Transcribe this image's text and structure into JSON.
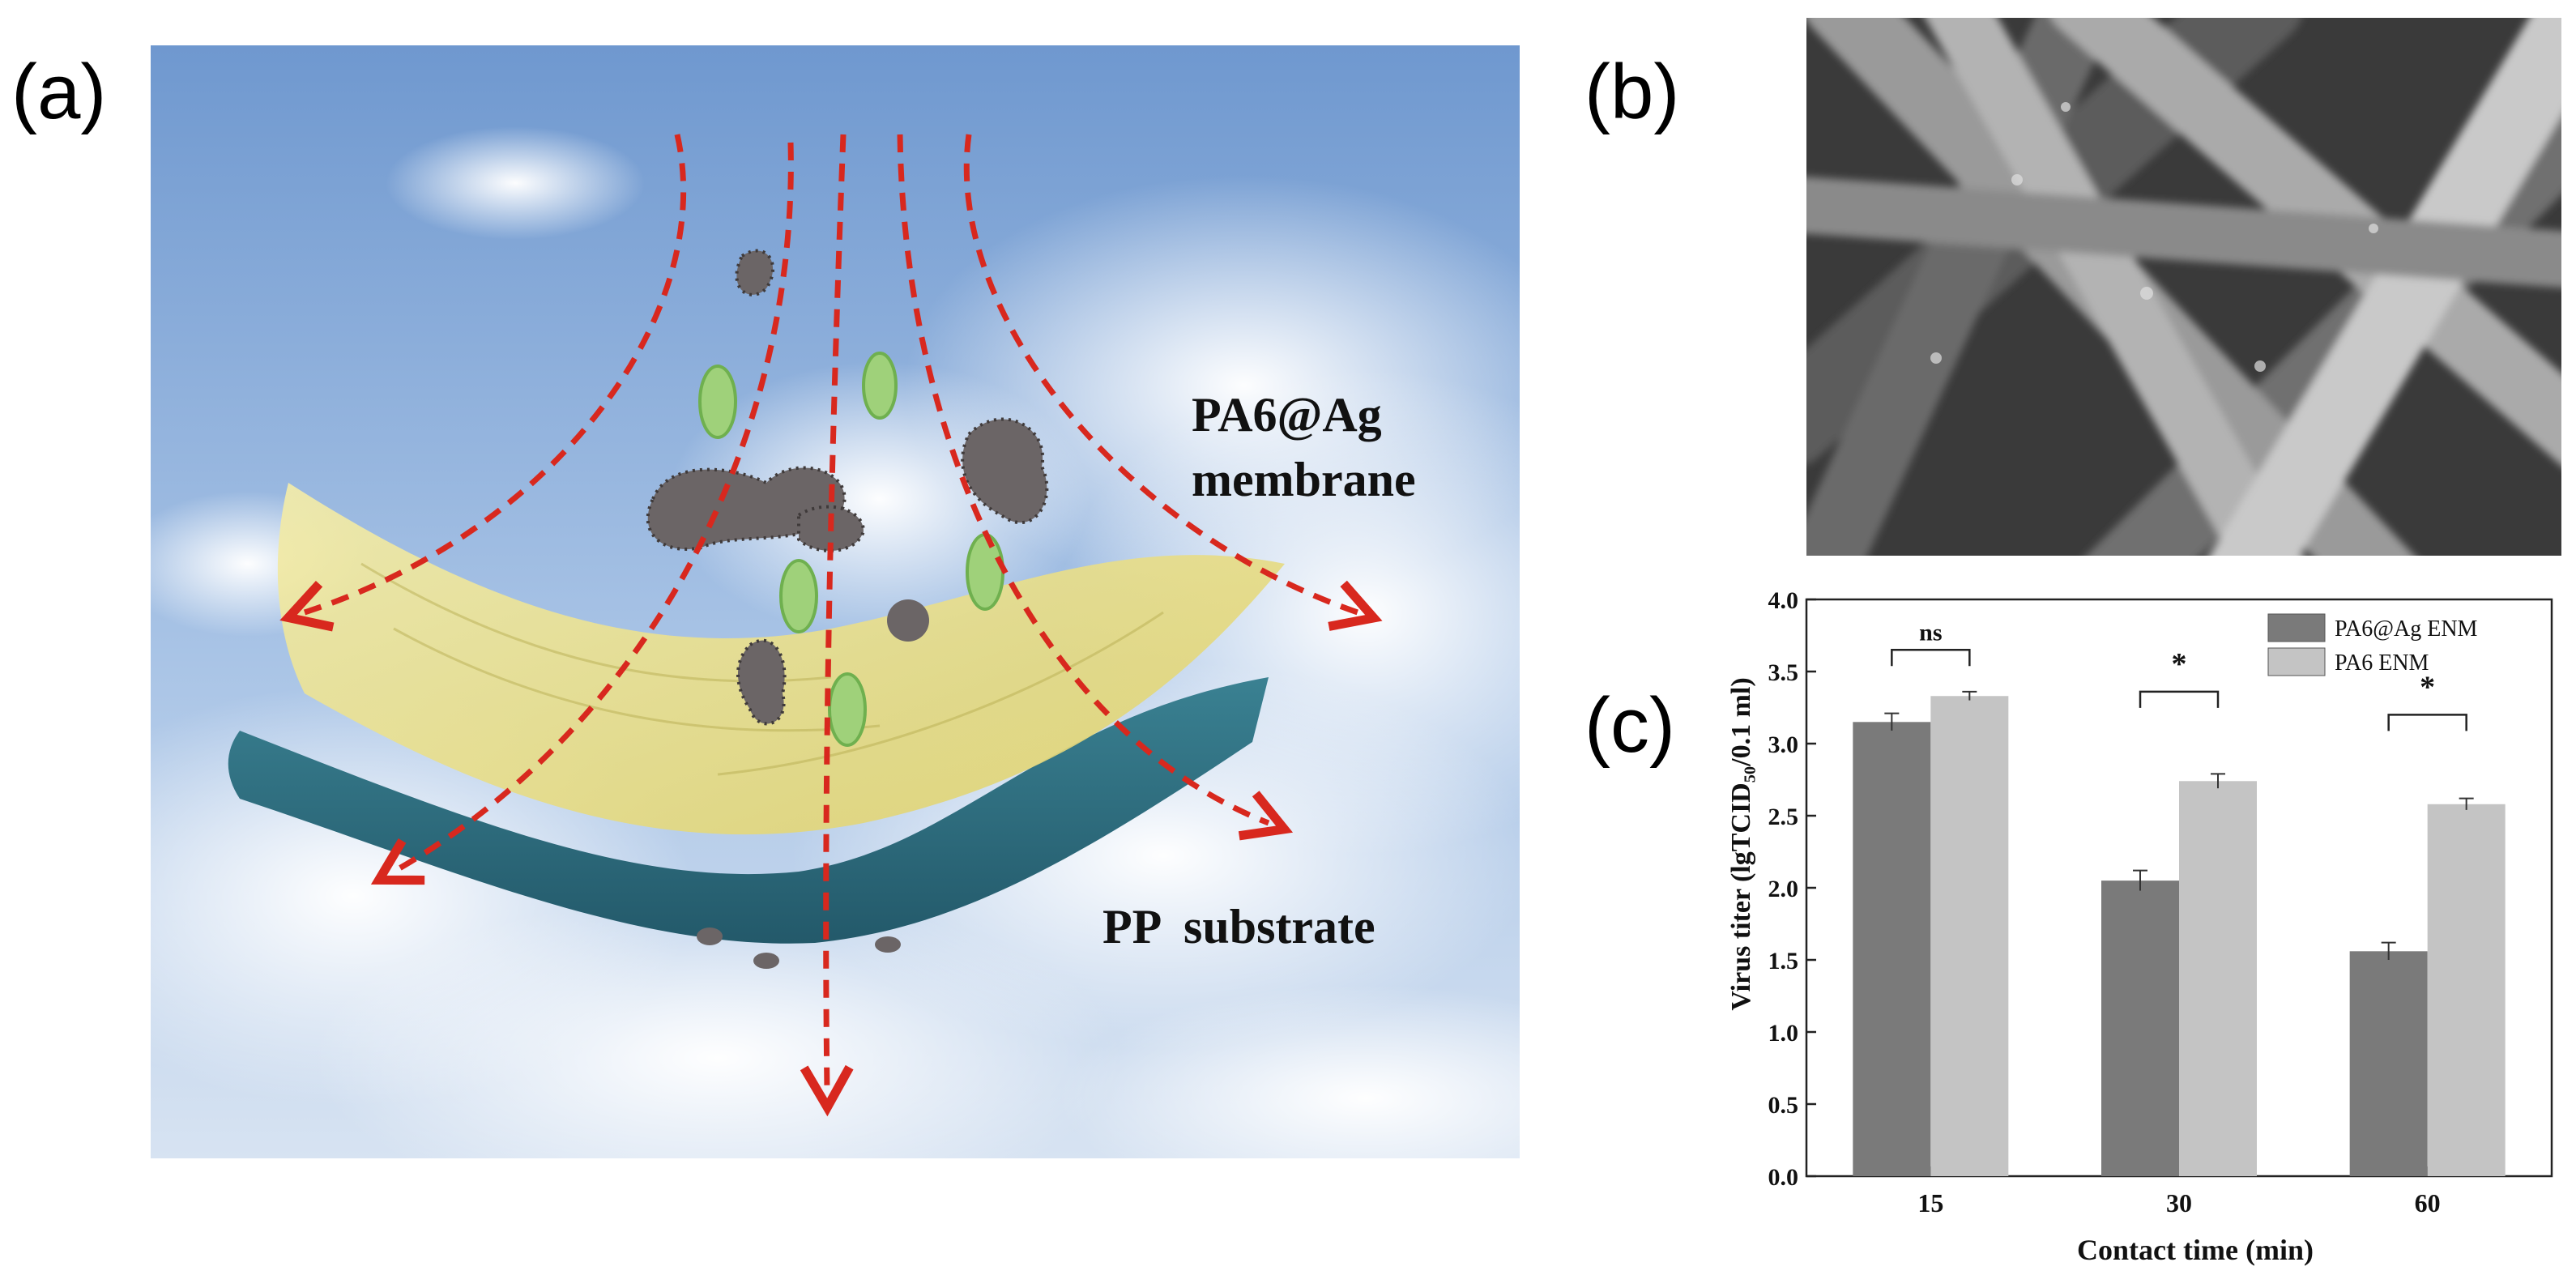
{
  "panels": {
    "a": {
      "letter": "(a)",
      "membrane_label_line1": "PA6@Ag",
      "membrane_label_line2": "membrane",
      "substrate_label": "PP  substrate"
    },
    "b": {
      "letter": "(b)"
    },
    "c": {
      "letter": "(c)"
    }
  },
  "colors": {
    "sky": "#7fa6d6",
    "membrane_yellow": "#e9e08a",
    "substrate_teal": "#2f6f7e",
    "arrow_red": "#d8281e",
    "particle_gray": "#6b6566",
    "virus_green": "#9fd17a",
    "bar_dark": "#7a7a7a",
    "bar_light": "#c4c4c4"
  },
  "chart_data": {
    "type": "bar",
    "categories": [
      "15",
      "30",
      "60"
    ],
    "series": [
      {
        "name": "PA6@Ag ENM",
        "values": [
          3.15,
          2.05,
          1.56
        ],
        "errors": [
          0.06,
          0.07,
          0.06
        ],
        "color": "#7a7a7a"
      },
      {
        "name": "PA6 ENM",
        "values": [
          3.33,
          2.74,
          2.58
        ],
        "errors": [
          0.03,
          0.05,
          0.04
        ],
        "color": "#c4c4c4"
      }
    ],
    "xlabel": "Contact time (min)",
    "ylabel": "Virus titer (lgTCID₅₀/0.1 ml)",
    "ylim": [
      0.0,
      4.0
    ],
    "yticks": [
      "0.0",
      "0.5",
      "1.0",
      "1.5",
      "2.0",
      "2.5",
      "3.0",
      "3.5",
      "4.0"
    ],
    "significance": [
      "ns",
      "*",
      "*"
    ],
    "legend_position": "top-right",
    "grid": false
  }
}
